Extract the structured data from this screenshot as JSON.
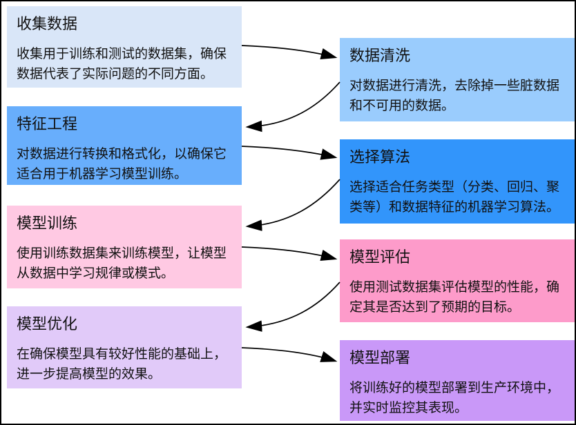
{
  "diagram": {
    "nodes": [
      {
        "id": "collect",
        "title": "收集数据",
        "desc": "收集用于训练和测试的数据集，确保数据代表了实际问题的不同方面。",
        "color": "#d9e6f8"
      },
      {
        "id": "clean",
        "title": "数据清洗",
        "desc": "对数据进行清洗，去除掉一些脏数据和不可用的数据。",
        "color": "#9accfd"
      },
      {
        "id": "feature",
        "title": "特征工程",
        "desc": "对数据进行转换和格式化，以确保它适合用于机器学习模型训练。",
        "color": "#68aefc"
      },
      {
        "id": "algorithm",
        "title": "选择算法",
        "desc": "选择适合任务类型（分类、回归、聚类等）和数据特征的机器学习算法。",
        "color": "#3295fb"
      },
      {
        "id": "train",
        "title": "模型训练",
        "desc": "使用训练数据集来训练模型，让模型从数据中学习规律或模式。",
        "color": "#ffc9e3"
      },
      {
        "id": "evaluate",
        "title": "模型评估",
        "desc": "使用测试数据集评估模型的性能，确定其是否达到了预期的目标。",
        "color": "#fd9bca"
      },
      {
        "id": "optimize",
        "title": "模型优化",
        "desc": "在确保模型具有较好性能的基础上，进一步提高模型的效果。",
        "color": "#e1caf9"
      },
      {
        "id": "deploy",
        "title": "模型部署",
        "desc": "将训练好的模型部署到生产环境中，并实时监控其表现。",
        "color": "#c998f8"
      }
    ],
    "edges": [
      {
        "from": "收集数据",
        "to": "数据清洗"
      },
      {
        "from": "数据清洗",
        "to": "特征工程"
      },
      {
        "from": "特征工程",
        "to": "选择算法"
      },
      {
        "from": "选择算法",
        "to": "模型训练"
      },
      {
        "from": "模型训练",
        "to": "模型评估"
      },
      {
        "from": "模型评估",
        "to": "模型优化"
      },
      {
        "from": "模型优化",
        "to": "模型部署"
      }
    ],
    "edge_color": "#000000"
  }
}
